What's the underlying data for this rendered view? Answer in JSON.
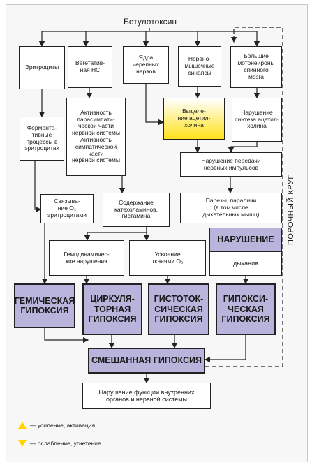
{
  "title": "Ботулотоксин",
  "cycle_label": "ПОРОЧНЫЙ КРУГ",
  "boxes": {
    "erythrocytes": "Эритроциты",
    "vegetative": "Вегетатив-\nная НС",
    "cranial_nuclei": "Ядра\nчерепных\nнервов",
    "synapses": "Нервно-\nмышечные\nсинапсы",
    "motoneurons": "Большие\nмотонейроны\nспинного\nмозга",
    "enzymatic": "Фермента-\nтивные\nпроцессы в\nэритроцитах",
    "activity": "Активность\nпарасимпати-\nческой части\nнервной системы\nАктивность\nсимпатической\nчасти\nнервной системы",
    "ach_release": "Выделе-\nние ацетил-\nхолина",
    "ach_synthesis": "Нарушение\nсинтеза ацетил-\nхолина",
    "impulse": "Нарушение передачи\nнервных импульсов",
    "o2_binding": "Связыва-\nние O₂\nэритроцитами",
    "catecholamines": "Содержание\nкатехоламинов,\nгистамина",
    "paresis": "Парезы, параличи\n(в том числе\nдыхательных мышц)",
    "hemodynamic": "Гемодинамичес-\nкие нарушения",
    "tissue_uptake": "Усвоение\nтканями O₂",
    "breathing_title": "НАРУШЕНИЕ",
    "breathing_sub": "дыхания",
    "hemic": "ГЕМИЧЕСКАЯ\nГИПОКСИЯ",
    "circulatory": "ЦИРКУЛЯ-\nТОРНАЯ\nГИПОКСИЯ",
    "histotoxic": "ГИСТОТОК-\nСИЧЕСКАЯ\nГИПОКСИЯ",
    "hypoxic": "ГИПОКСИ-\nЧЕСКАЯ\nГИПОКСИЯ",
    "mixed": "СМЕШАННАЯ ГИПОКСИЯ",
    "organs": "Нарушение функции внутренних\nорганов и нервной системы"
  },
  "legend": {
    "up": "— усиление, активация",
    "down": "— ослабление, угнетение"
  },
  "colors": {
    "highlight": "#ffe21a",
    "hypoxia_fill": "#b8b4dc",
    "line": "#222222"
  }
}
